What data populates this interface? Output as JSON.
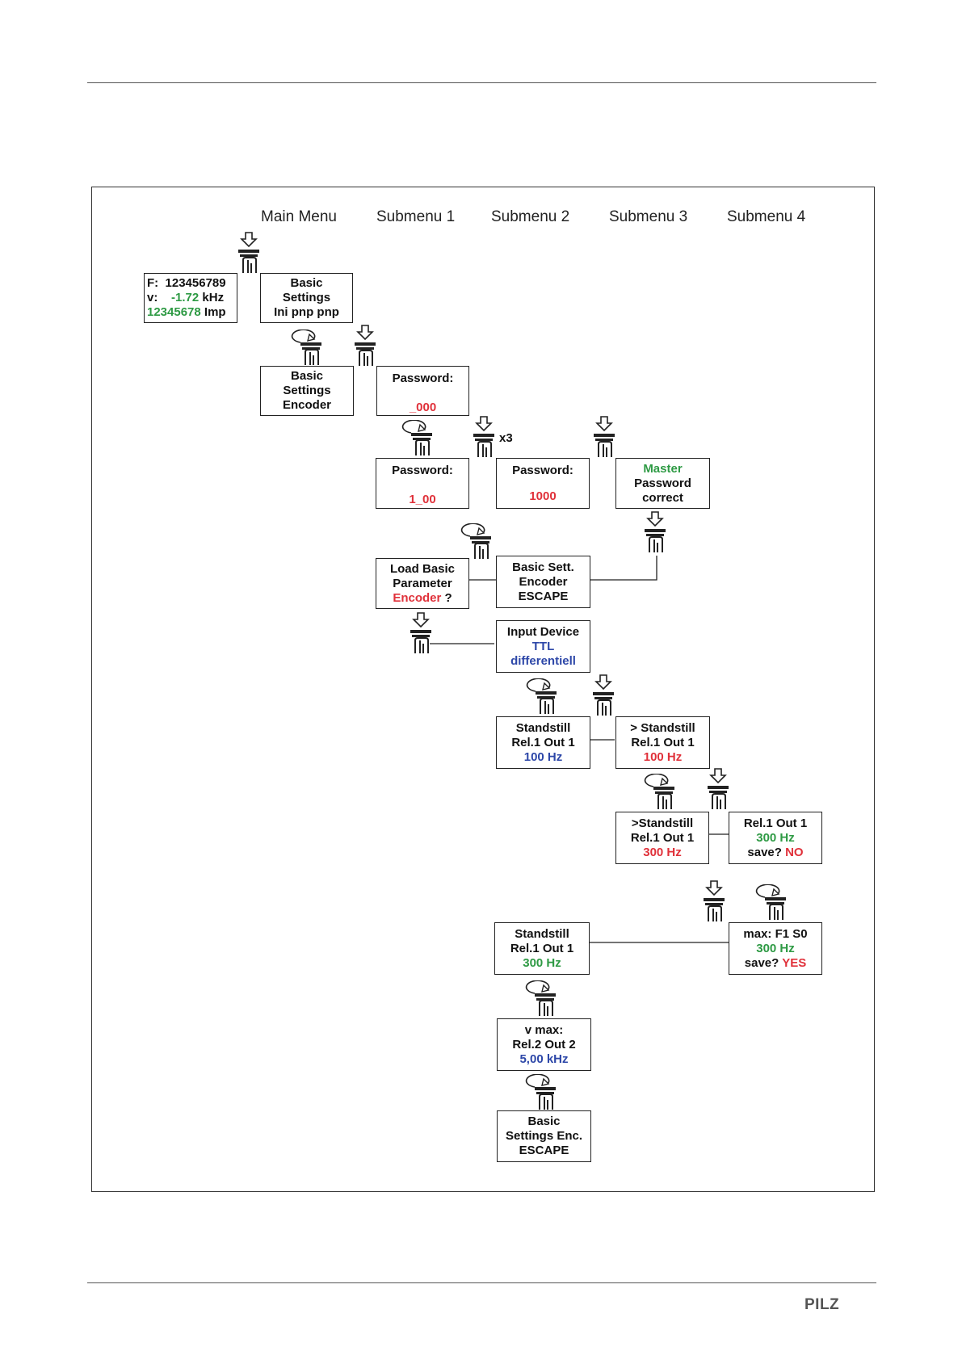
{
  "columns": [
    "Main Menu",
    "Submenu 1",
    "Submenu 2",
    "Submenu 3",
    "Submenu 4"
  ],
  "boxes": {
    "display": {
      "f_label": "F:",
      "f_value": "123456789",
      "v_label": "v:",
      "v_value": "-1.72",
      "v_unit": "kHz",
      "imp_value": "12345678",
      "imp_unit": "Imp"
    },
    "basic_settings_ini": {
      "l1": "Basic",
      "l2": "Settings",
      "l3": "Ini pnp pnp"
    },
    "basic_settings_encoder": {
      "l1": "Basic",
      "l2": "Settings",
      "l3": "Encoder"
    },
    "password_1": {
      "label": "Password:",
      "value": "_000"
    },
    "password_2": {
      "label": "Password:",
      "value": "1_00"
    },
    "password_3": {
      "label": "Password:",
      "value": "1000"
    },
    "master_password": {
      "l1": "Master",
      "l2": "Password",
      "l3": "correct"
    },
    "load_basic": {
      "l1": "Load Basic",
      "l2": "Parameter",
      "l3_red": "Encoder",
      "l3_tail": " ?"
    },
    "basic_sett_escape": {
      "l1": "Basic Sett.",
      "l2": "Encoder",
      "l3": "ESCAPE"
    },
    "input_device": {
      "l1": "Input Device",
      "l2": "TTL",
      "l3": "differentiell"
    },
    "standstill_1": {
      "l1": "Standstill",
      "l2": "Rel.1 Out 1",
      "l3": "100 Hz"
    },
    "standstill_2": {
      "l1": "> Standstill",
      "l2": "Rel.1 Out 1",
      "l3": "100 Hz"
    },
    "standstill_3": {
      "l1": ">Standstill",
      "l2": "Rel.1 Out 1",
      "l3": "300 Hz"
    },
    "save_no": {
      "l1": "Rel.1 Out 1",
      "l2": "300 Hz",
      "l3_pre": "save? ",
      "l3_val": "NO"
    },
    "save_yes": {
      "l1": "max: F1 S0",
      "l2": "300 Hz",
      "l3_pre": "save? ",
      "l3_val": "YES"
    },
    "standstill_4": {
      "l1": "Standstill",
      "l2": "Rel.1 Out 1",
      "l3": "300 Hz"
    },
    "vmax": {
      "l1": "v max:",
      "l2": "Rel.2 Out 2",
      "l3": "5,00 kHz"
    },
    "escape_final": {
      "l1": "Basic",
      "l2": "Settings Enc.",
      "l3": "ESCAPE"
    }
  },
  "repeat_label": "x3",
  "brand": "PILZ",
  "icons": {
    "press": "press-button-icon",
    "rotate": "rotary-knob-icon"
  },
  "colors": {
    "green": "#2e9a44",
    "red": "#e0313a",
    "blue": "#2d47a8"
  }
}
